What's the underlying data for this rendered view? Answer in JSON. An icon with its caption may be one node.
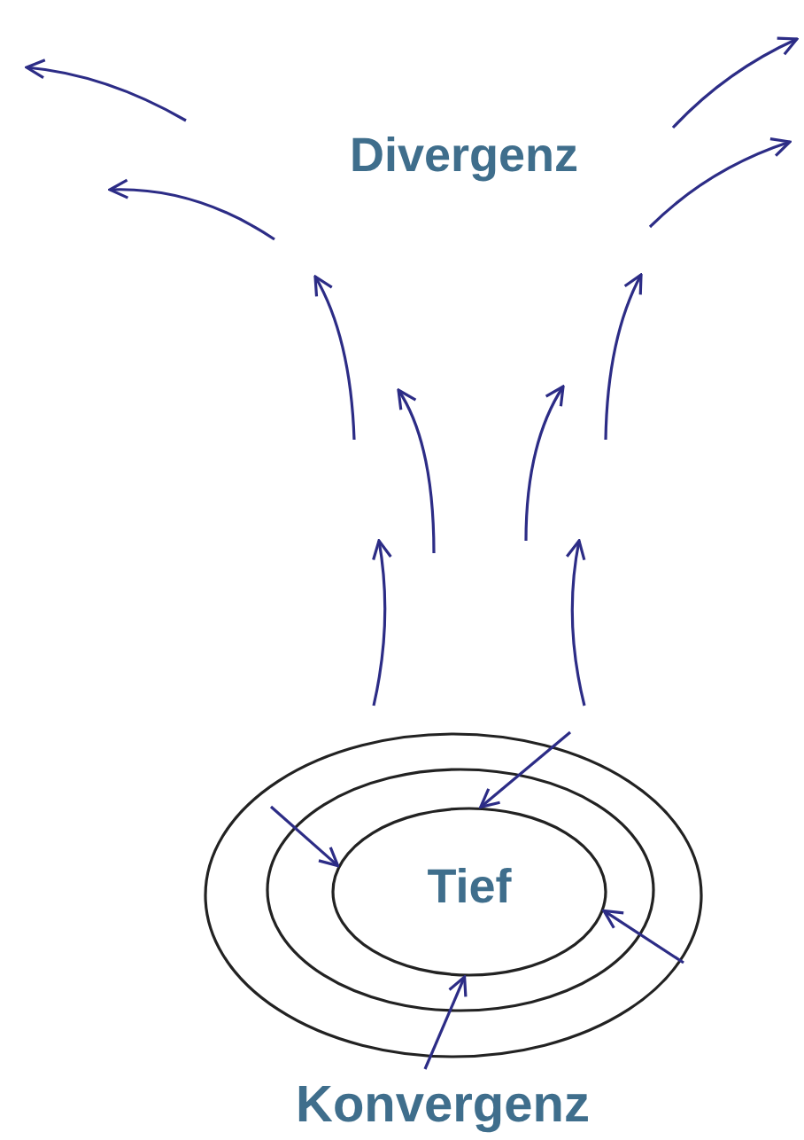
{
  "diagram": {
    "nodes": [
      {
        "text": [],
        "shape": "ellipse"
      },
      {
        "text": [],
        "shape": "ellipse",
        "in": 0
      },
      {
        "text": [
          "Tief"
        ],
        "in": 1
      }
    ],
    "edges": [
      {
        "from": null,
        "to": 2,
        "arrow": "to"
      },
      {
        "from": null,
        "to": 2,
        "arrow": "to"
      },
      {
        "from": null,
        "to": 2,
        "arrow": "to"
      },
      {
        "from": null,
        "to": 2,
        "arrow": "to"
      }
    ],
    "labels": [
      "Divergenz",
      "Konvergenz"
    ]
  }
}
